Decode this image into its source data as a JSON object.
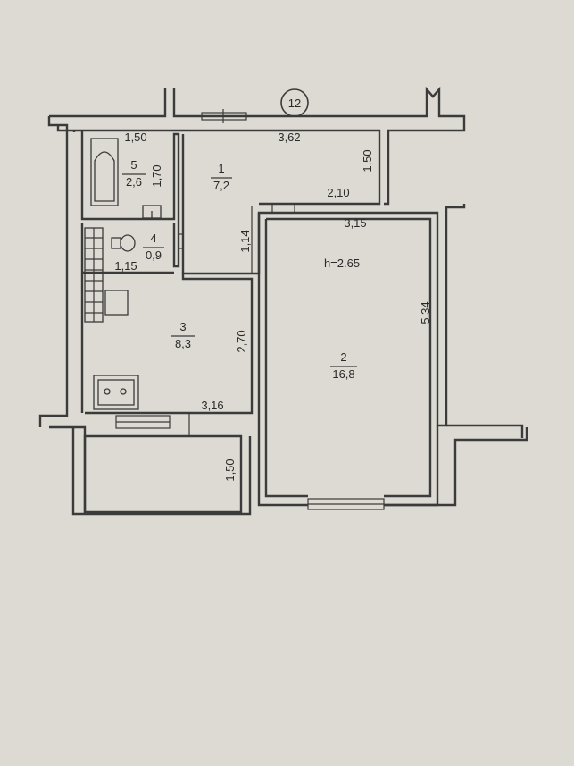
{
  "plan": {
    "axis_marker": "12",
    "ceiling_height": "h=2.65",
    "rooms": [
      {
        "id": "room-1",
        "number": "1",
        "area": "7,2"
      },
      {
        "id": "room-2",
        "number": "2",
        "area": "16,8"
      },
      {
        "id": "room-3",
        "number": "3",
        "area": "8,3"
      },
      {
        "id": "room-4",
        "number": "4",
        "area": "0,9"
      },
      {
        "id": "room-5",
        "number": "5",
        "area": "2,6"
      }
    ],
    "dimensions": {
      "bath_width": "1,50",
      "bath_depth": "1,70",
      "hall_width": "3,62",
      "hall_depth": "1,50",
      "hall_partial": "2,10",
      "passage": "1,14",
      "room2_width": "3,15",
      "room2_depth": "5,34",
      "wc_width": "1,15",
      "kitchen_depth": "2,70",
      "kitchen_width": "3,16",
      "balcony_depth": "1,50"
    }
  },
  "colors": {
    "paper": "#dcdad2",
    "lines": "#3b3b3b",
    "text": "#2a2a2a"
  }
}
